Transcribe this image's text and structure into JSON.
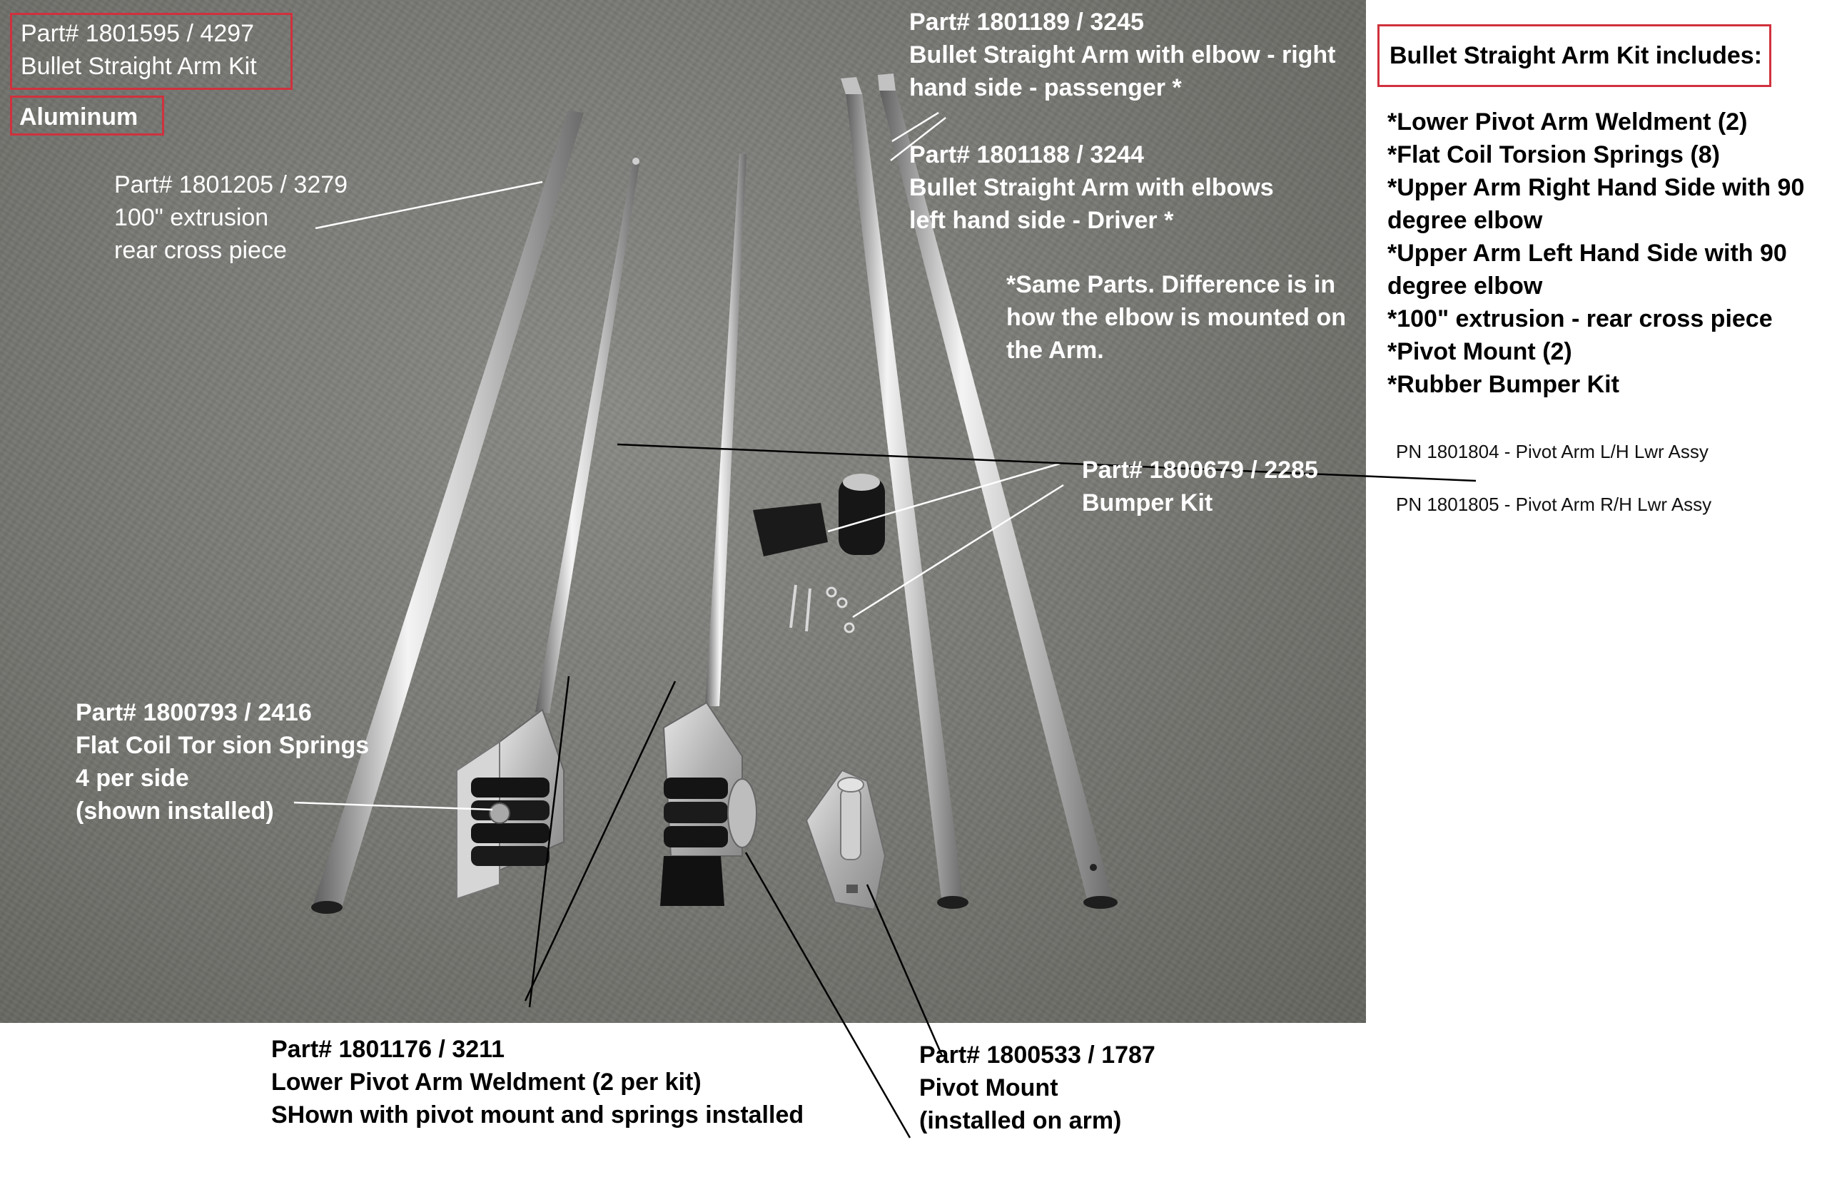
{
  "kit_header": {
    "part_number": "Part# 1801595 / 4297",
    "name": "Bullet Straight Arm Kit",
    "material": "Aluminum"
  },
  "callouts": {
    "rear_cross_piece": [
      "Part# 1801205 / 3279",
      "100\" extrusion",
      "rear cross piece"
    ],
    "right_arm": [
      "Part# 1801189 / 3245",
      "Bullet Straight Arm with elbow - right",
      "hand side - passenger  *"
    ],
    "left_arm": [
      "Part# 1801188 / 3244",
      "Bullet Straight Arm with elbows",
      "left hand side - Driver *"
    ],
    "same_parts_note": [
      "*Same Parts. Difference is in",
      "how the elbow is mounted on",
      "the Arm."
    ],
    "bumper_kit": [
      "Part# 1800679 / 2285",
      "Bumper Kit"
    ],
    "springs": [
      "Part# 1800793 / 2416",
      "Flat Coil Tor sion Springs",
      "4 per side",
      "(shown installed)"
    ],
    "lower_pivot_arm": [
      "Part# 1801176 / 3211",
      "Lower Pivot Arm Weldment (2 per kit)",
      "SHown with pivot mount and springs installed"
    ],
    "pivot_mount": [
      "Part# 1800533 / 1787",
      "Pivot Mount",
      "(installed on arm)"
    ]
  },
  "includes": {
    "title": "Bullet Straight Arm Kit includes:",
    "items": [
      "*Lower Pivot Arm Weldment (2)",
      "*Flat Coil Torsion Springs (8)",
      "*Upper Arm Right Hand Side with 90",
      "degree elbow",
      "*Upper Arm Left Hand Side with 90",
      "degree elbow",
      "*100\" extrusion - rear cross piece",
      "*Pivot Mount (2)",
      "*Rubber Bumper Kit"
    ],
    "assemblies": [
      "PN 1801804 - Pivot Arm L/H Lwr Assy",
      "PN 1801805 - Pivot Arm R/H Lwr Assy"
    ]
  },
  "colors": {
    "box_border": "#d0313d",
    "photo_text": "#ffffff",
    "page_text": "#000000",
    "concrete": "#7a7a76"
  }
}
